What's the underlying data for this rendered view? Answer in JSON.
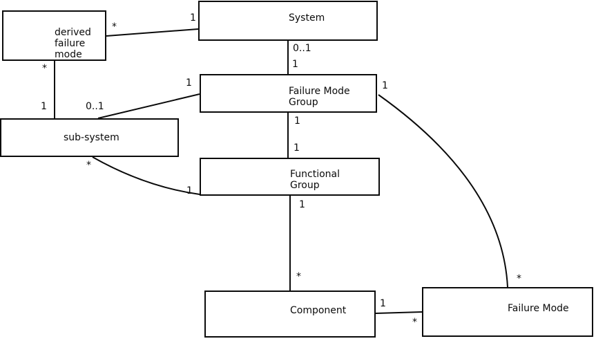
{
  "diagram": {
    "background_color": "#ffffff",
    "line_color": "#0a0a0a",
    "nodes": {
      "derived_failure_mode": "derived\nfailure\nmode",
      "system": "System",
      "failure_mode_group": "Failure Mode\nGroup",
      "sub_system": "sub-system",
      "functional_group": "Functional\nGroup",
      "component": "Component",
      "failure_mode": "Failure Mode"
    },
    "multiplicities": {
      "derived_system_near_derived": "*",
      "derived_system_near_system": "1",
      "system_fmg_near_system": "0..1",
      "system_fmg_near_fmg": "1",
      "derived_subsystem_near_derived": "*",
      "derived_subsystem_near_subsystem": "1",
      "subsystem_fmg_near_subsystem": "0..1",
      "subsystem_fmg_near_fmg": "1",
      "fmg_failuremode_near_fmg": "1",
      "fmg_fg_near_fmg": "1",
      "fmg_fg_near_fg": "1",
      "subsystem_fg_near_subsystem": "*",
      "subsystem_fg_near_fg": "1",
      "fg_component_near_fg": "1",
      "fg_component_near_component": "*",
      "component_failuremode_near_component": "1",
      "component_failuremode_near_failuremode": "*",
      "fmg_failuremode_near_failuremode": "*"
    }
  }
}
